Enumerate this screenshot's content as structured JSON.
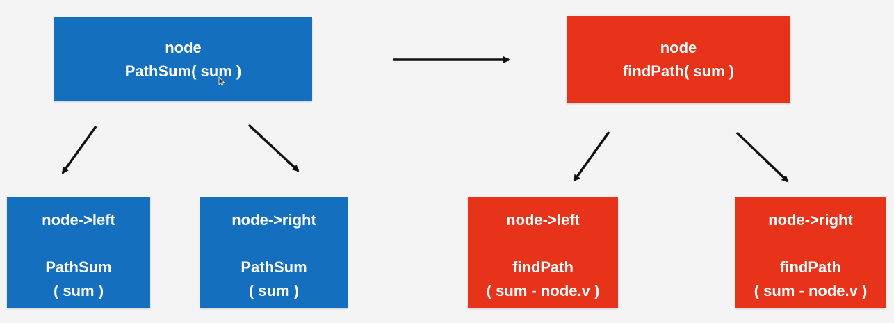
{
  "left_tree": {
    "root": {
      "line1": "node",
      "line2": "PathSum( sum )"
    },
    "left_child": {
      "line1": "node->left",
      "line2": "PathSum",
      "line3": "( sum )"
    },
    "right_child": {
      "line1": "node->right",
      "line2": "PathSum",
      "line3": "( sum )"
    }
  },
  "right_tree": {
    "root": {
      "line1": "node",
      "line2": "findPath( sum )"
    },
    "left_child": {
      "line1": "node->left",
      "line2": "findPath",
      "line3": "( sum - node.v )"
    },
    "right_child": {
      "line1": "node->right",
      "line2": "findPath",
      "line3": "( sum - node.v )"
    }
  },
  "colors": {
    "blue": "#1470be",
    "red": "#e6331a",
    "arrow": "#111111",
    "background": "#f4f4f4"
  },
  "icons": {
    "cursor": "mouse-pointer-icon"
  }
}
